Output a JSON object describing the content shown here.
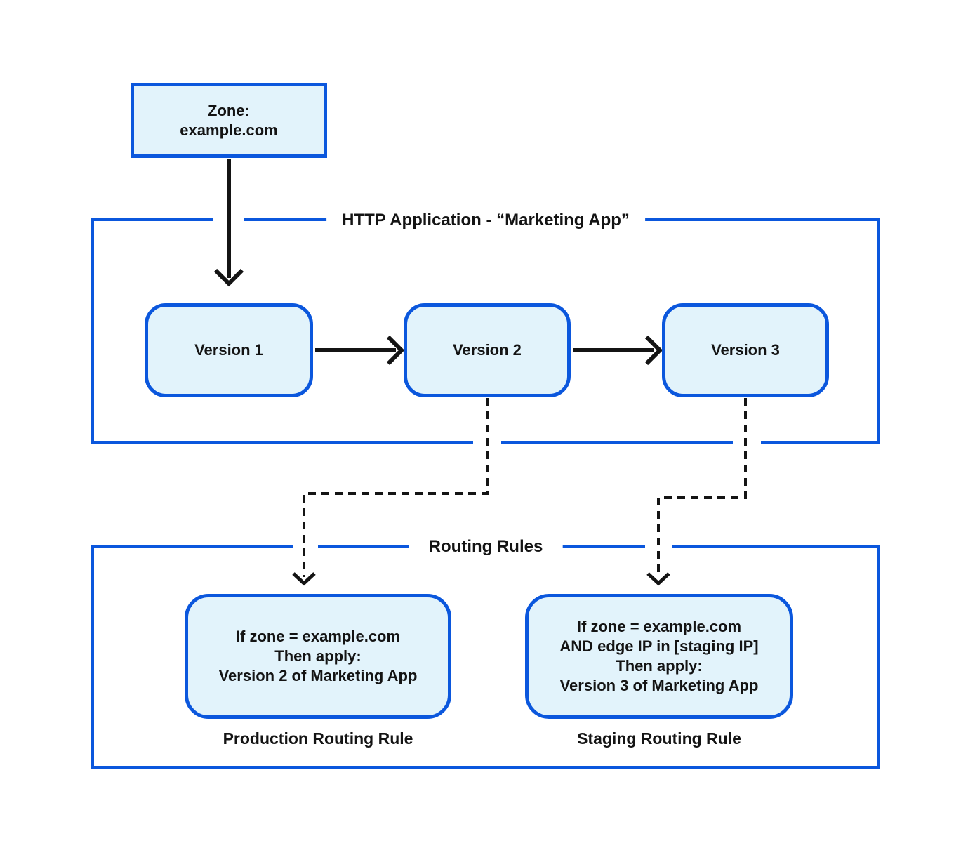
{
  "colors": {
    "border_blue": "#0b57dd",
    "fill_light_blue": "#e2f3fb",
    "arrow_black": "#141414",
    "text": "#141414",
    "background": "#ffffff"
  },
  "zone_box": {
    "line1": "Zone:",
    "line2": "example.com"
  },
  "http_app": {
    "title": "HTTP Application - “Marketing App”",
    "versions": [
      {
        "label": "Version 1"
      },
      {
        "label": "Version 2"
      },
      {
        "label": "Version 3"
      }
    ]
  },
  "routing_rules": {
    "title": "Routing Rules",
    "rules": [
      {
        "lines": [
          "If zone = example.com",
          "Then apply:",
          "Version 2 of Marketing App"
        ],
        "caption": "Production Routing Rule"
      },
      {
        "lines": [
          "If zone = example.com",
          "AND edge IP in [staging IP]",
          "Then apply:",
          "Version 3 of Marketing App"
        ],
        "caption": "Staging Routing Rule"
      }
    ]
  }
}
